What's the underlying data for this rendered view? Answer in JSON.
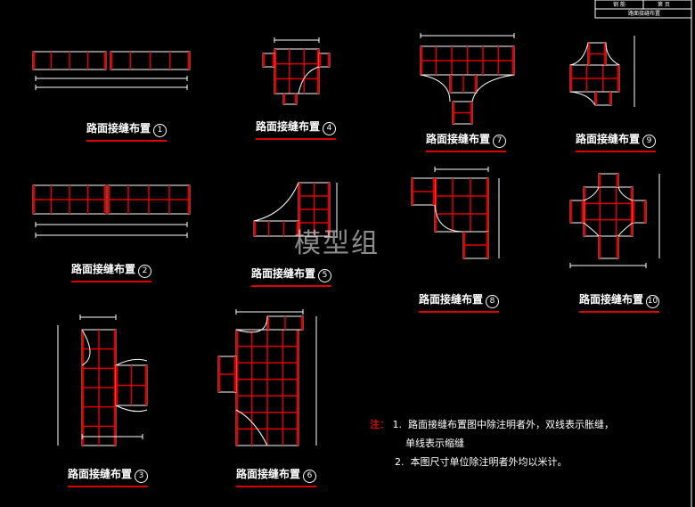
{
  "title_block": {
    "cells": [
      "钢 筋",
      "第 页"
    ],
    "caption": "路面接缝布置"
  },
  "layouts": [
    {
      "label": "路面接缝布置",
      "num": "1"
    },
    {
      "label": "路面接缝布置",
      "num": "2"
    },
    {
      "label": "路面接缝布置",
      "num": "3"
    },
    {
      "label": "路面接缝布置",
      "num": "4"
    },
    {
      "label": "路面接缝布置",
      "num": "5"
    },
    {
      "label": "路面接缝布置",
      "num": "6"
    },
    {
      "label": "路面接缝布置",
      "num": "7"
    },
    {
      "label": "路面接缝布置",
      "num": "8"
    },
    {
      "label": "路面接缝布置",
      "num": "9"
    },
    {
      "label": "路面接缝布置",
      "num": "10"
    }
  ],
  "notes": {
    "prefix": "注：",
    "items": [
      {
        "n": "1.",
        "text": "路面接缝布置图中除注明者外，双线表示胀缝，",
        "cont": "单线表示缩缝"
      },
      {
        "n": "2.",
        "text": "本图尺寸单位除注明者外均以米计。"
      }
    ]
  },
  "watermark": "模型组",
  "colors": {
    "background": "#000000",
    "lines": "#ffffff",
    "joints": "#e00000"
  }
}
